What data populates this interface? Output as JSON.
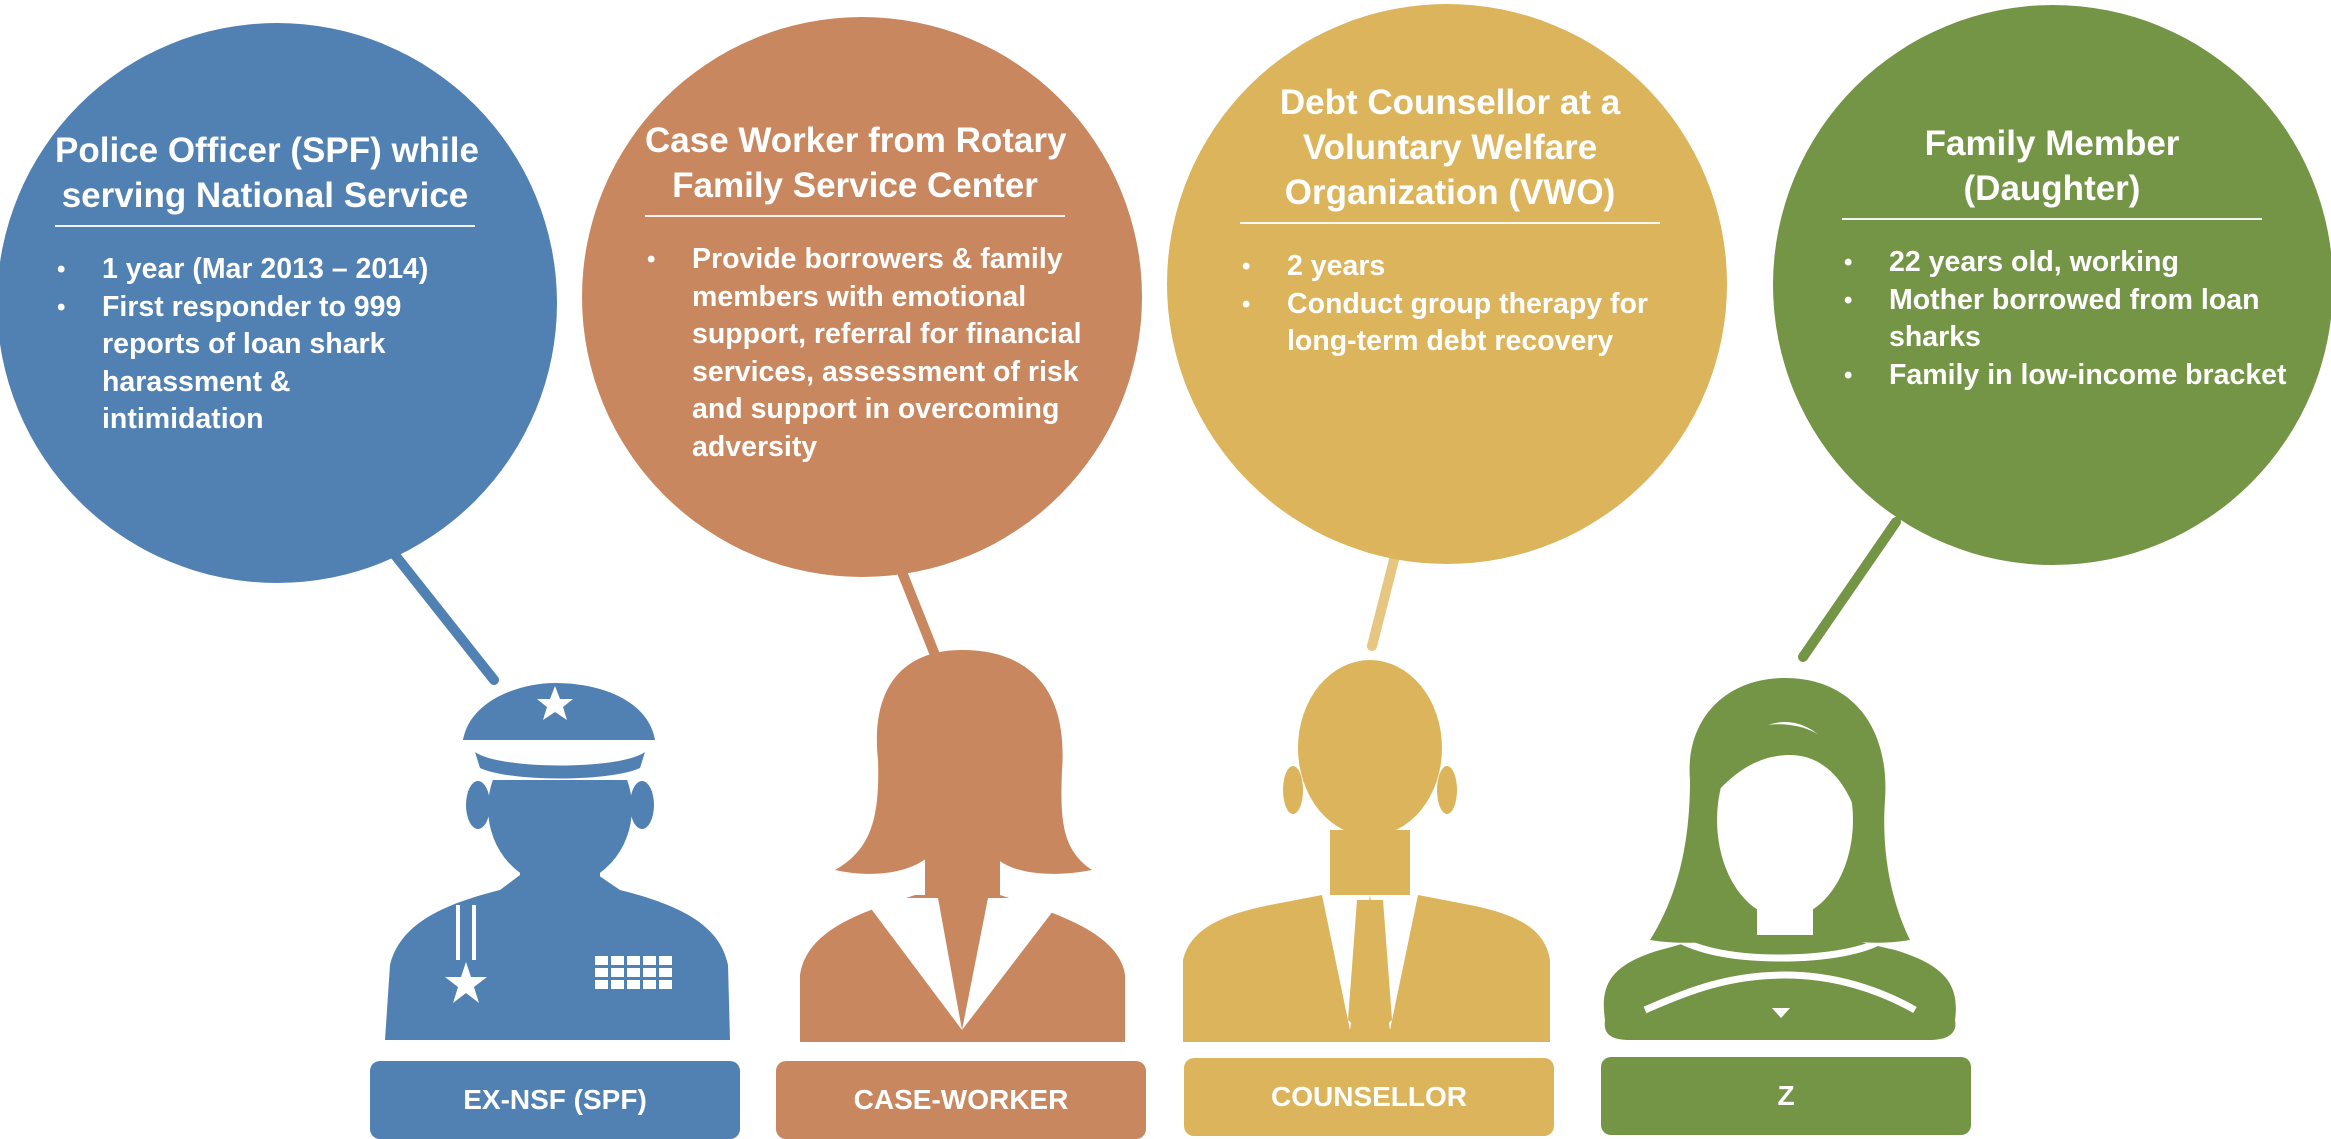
{
  "colors": {
    "blue": "#5181b3",
    "orange": "#c9875f",
    "gold": "#dcb45b",
    "green": "#739545"
  },
  "personas": [
    {
      "title": [
        "Police Officer (SPF) while",
        "serving National Service"
      ],
      "bullets": [
        "1 year (Mar 2013 – 2014)",
        "First responder to 999",
        "reports of loan shark",
        "harassment &",
        "intimidation"
      ],
      "bullet_starts": [
        true,
        true,
        false,
        false,
        false
      ],
      "label": "EX-NSF (SPF)",
      "icon": "police-officer-icon"
    },
    {
      "title": [
        "Case Worker from Rotary",
        "Family Service Center"
      ],
      "bullets": [
        "Provide borrowers & family",
        "members with emotional",
        "support, referral for financial",
        "services, assessment of risk",
        "and support in overcoming",
        "adversity"
      ],
      "bullet_starts": [
        true,
        false,
        false,
        false,
        false,
        false
      ],
      "label": "CASE-WORKER",
      "icon": "female-case-worker-icon"
    },
    {
      "title": [
        "Debt Counsellor at a",
        "Voluntary Welfare",
        "Organization (VWO)"
      ],
      "bullets": [
        "2 years",
        "Conduct group therapy for",
        "long-term debt recovery"
      ],
      "bullet_starts": [
        true,
        true,
        false
      ],
      "label": "COUNSELLOR",
      "icon": "male-counsellor-icon"
    },
    {
      "title": [
        "Family Member",
        "(Daughter)"
      ],
      "bullets": [
        "22 years old, working",
        "Mother borrowed from loan",
        "sharks",
        "Family in low-income bracket"
      ],
      "bullet_starts": [
        true,
        true,
        false,
        true
      ],
      "label": "Z",
      "icon": "young-woman-icon"
    }
  ]
}
